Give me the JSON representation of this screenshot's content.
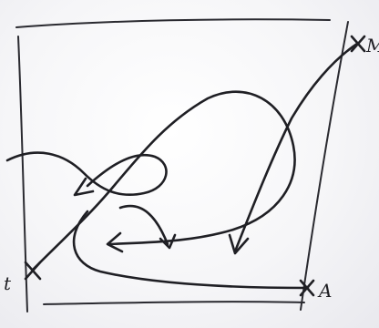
{
  "labels": {
    "top_right": "M",
    "bottom_right": "A",
    "bottom_left": "t"
  }
}
